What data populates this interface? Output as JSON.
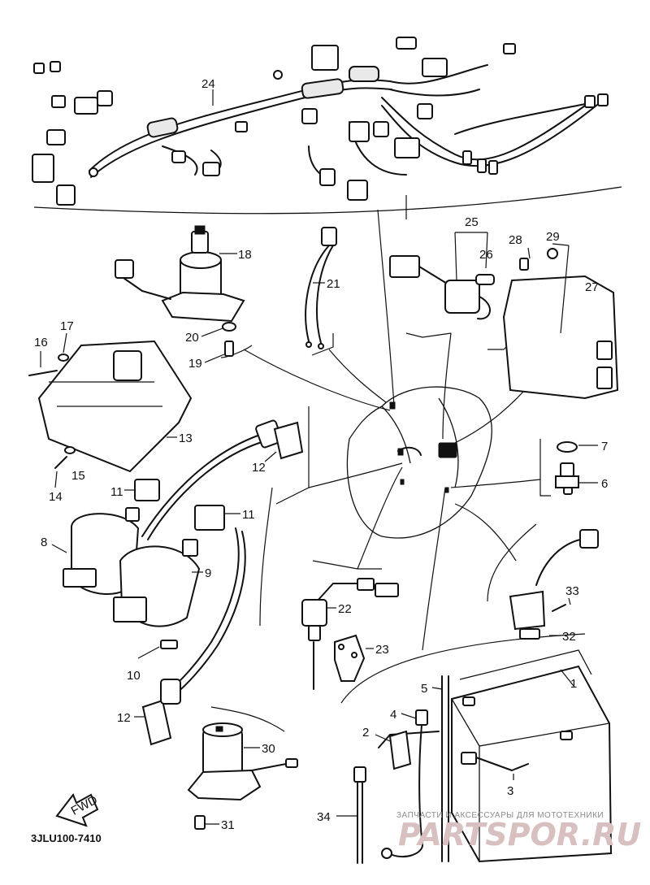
{
  "diagram_code": "3JLU100-7410",
  "fwd_label": "FWD",
  "watermark": {
    "line1": "ЗАПЧАСТИ И АКСЕССУАРЫ ДЛЯ МОТОТЕХНИКИ",
    "line2": "PARTSPOR.RU"
  },
  "callouts": {
    "c1": "1",
    "c2": "2",
    "c3": "3",
    "c4": "4",
    "c5": "5",
    "c6": "6",
    "c7": "7",
    "c8": "8",
    "c9": "9",
    "c10": "10",
    "c11a": "11",
    "c11b": "11",
    "c12a": "12",
    "c12b": "12",
    "c13": "13",
    "c14": "14",
    "c15": "15",
    "c16": "16",
    "c17": "17",
    "c18": "18",
    "c19": "19",
    "c20": "20",
    "c21": "21",
    "c22": "22",
    "c23": "23",
    "c24": "24",
    "c25": "25",
    "c26": "26",
    "c27": "27",
    "c28": "28",
    "c29": "29",
    "c30": "30",
    "c31": "31",
    "c32": "32",
    "c33": "33",
    "c34": "34"
  },
  "icons": [
    "fwd-arrow-icon"
  ]
}
